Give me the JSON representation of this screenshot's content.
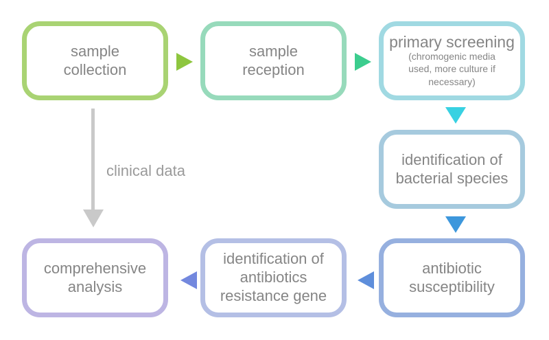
{
  "canvas": {
    "background": "#ffffff",
    "text_color": "#858585"
  },
  "nodes": [
    {
      "name": "sample-collection",
      "label": "sample collection",
      "lines": [
        "sample",
        "collection"
      ],
      "border_color": "#a9d373"
    },
    {
      "name": "sample-reception",
      "label": "sample reception",
      "lines": [
        "sample",
        "reception"
      ],
      "border_color": "#97dabb"
    },
    {
      "name": "primary-screening",
      "label": "primary screening",
      "sublabel": "(chromogenic media used, more culture if necessary)",
      "sublabel_lines": [
        "(chromogenic media",
        "used, more culture if",
        "necessary)"
      ],
      "border_color": "#a0d9e2"
    },
    {
      "name": "bacterial-species",
      "label": "identification of bacterial species",
      "lines": [
        "identification of",
        "bacterial species"
      ],
      "border_color": "#a6cade"
    },
    {
      "name": "antibiotic-susceptibility",
      "label": "antibiotic susceptibility",
      "lines": [
        "antibiotic",
        "susceptibility"
      ],
      "border_color": "#96b0df"
    },
    {
      "name": "resistance-gene",
      "label": "identification of antibiotics resistance gene",
      "lines": [
        "identification of",
        "antibiotics",
        "resistance gene"
      ],
      "border_color": "#b4bfe5"
    },
    {
      "name": "comprehensive-analysis",
      "label": "comprehensive analysis",
      "lines": [
        "comprehensive",
        "analysis"
      ],
      "border_color": "#bdb5e3"
    }
  ],
  "arrows": [
    {
      "name": "arrow-collection-to-reception",
      "direction": "right",
      "color": "#8ec63f"
    },
    {
      "name": "arrow-reception-to-screening",
      "direction": "right",
      "color": "#3ccd8e"
    },
    {
      "name": "arrow-screening-to-identification",
      "direction": "down",
      "color": "#38d1e2"
    },
    {
      "name": "arrow-identification-to-susceptibility",
      "direction": "down",
      "color": "#3d97dc"
    },
    {
      "name": "arrow-susceptibility-to-resistance",
      "direction": "left",
      "color": "#5e8edb"
    },
    {
      "name": "arrow-resistance-to-analysis",
      "direction": "left",
      "color": "#7388de"
    },
    {
      "name": "arrow-collection-to-analysis",
      "direction": "down",
      "color": "#c9c9c9",
      "label": "clinical data"
    }
  ]
}
